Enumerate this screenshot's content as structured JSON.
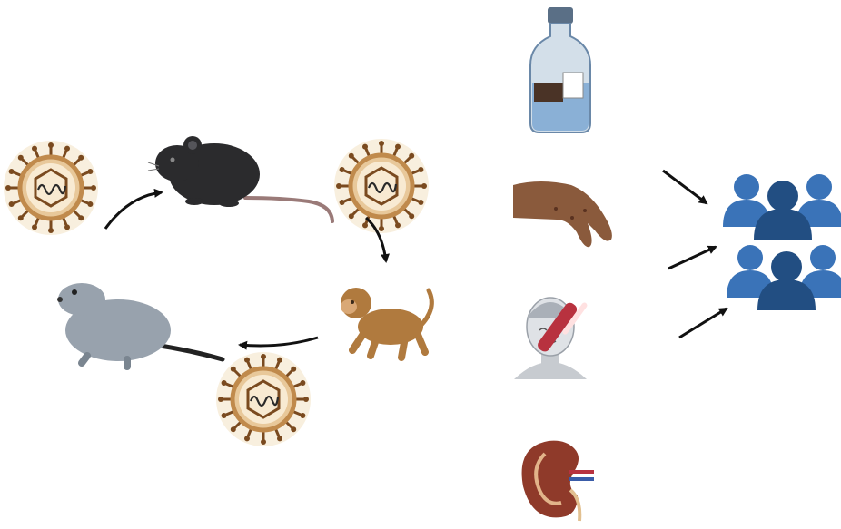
{
  "diagram": {
    "colors": {
      "background": "#ffffff",
      "virus_ring": "#c08a4c",
      "virus_spike": "#7a4a1f",
      "virus_glow": "#f6e9d3",
      "mouse": "#2b2b2d",
      "mouse_tail": "#9a7a78",
      "monkey": "#b07a3e",
      "prairie_dog": "#98a2ad",
      "bottle_liquid": "#8ab0d6",
      "bottle_dark": "#4a3326",
      "skin": "#8a5a3c",
      "person_gray": "#c7cbd0",
      "thermometer": "#b8323f",
      "kidney": "#8f3a2a",
      "people_light": "#3a73b8",
      "people_dark": "#224e82",
      "arrow": "#111111"
    },
    "nodes": [
      {
        "id": "virus-1",
        "icon": "virus-icon"
      },
      {
        "id": "virus-2",
        "icon": "virus-icon"
      },
      {
        "id": "virus-3",
        "icon": "virus-icon"
      },
      {
        "id": "mouse",
        "icon": "mouse-icon"
      },
      {
        "id": "prairie-dog",
        "icon": "prairie-dog-icon"
      },
      {
        "id": "monkey",
        "icon": "monkey-icon"
      },
      {
        "id": "vial",
        "icon": "medicine-bottle-icon"
      },
      {
        "id": "hand",
        "icon": "hand-rash-icon"
      },
      {
        "id": "sick-person",
        "icon": "fever-person-icon"
      },
      {
        "id": "kidney",
        "icon": "kidney-icon"
      },
      {
        "id": "people-group-1",
        "icon": "people-group-icon"
      },
      {
        "id": "people-group-2",
        "icon": "people-group-icon"
      }
    ]
  }
}
